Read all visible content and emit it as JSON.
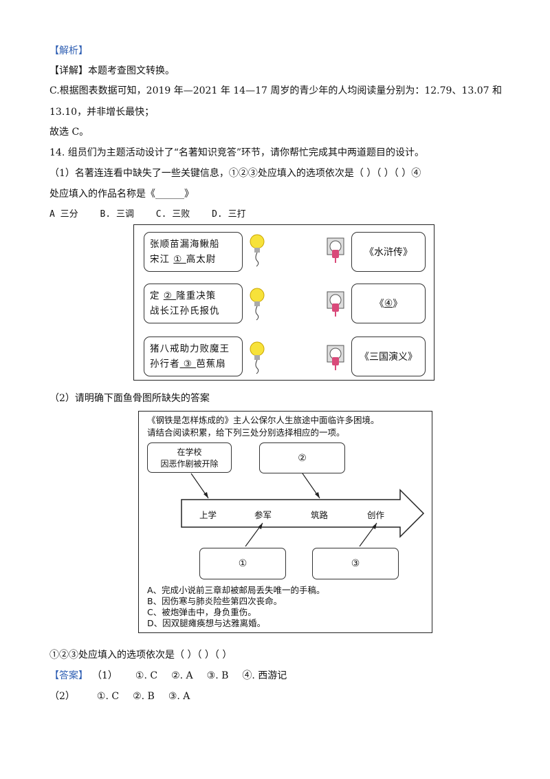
{
  "header": {
    "analysis_tag": "【解析】"
  },
  "detail": {
    "line1": "【详解】本题考查图文转换。",
    "line2": "C.根据图表数据可知，2019 年—2021 年 14—17 周岁的青少年的人均阅读量分别为：12.79、13.07 和",
    "line3": "13.10，并非增长最快；",
    "line4": "故选 C。"
  },
  "question": {
    "title": "14. 组员们为主题活动设计了“名著知识竞答”环节，请你帮忙完成其中两道题目的设计。",
    "part1_line1": "（1）名著连连看中缺失了一些关键信息，①②③处应填入的选项依次是（        ）（        ）（        ）④",
    "part1_line2": "处应填入的作品名称是《______》",
    "options": [
      "A 三分",
      "B. 三调",
      "C. 三败",
      "D. 三打"
    ],
    "part2": "（2）请明确下面鱼骨图所缺失的答案",
    "part2_fill": "①②③处应填入的选项依次是（        ）（        ）（        ）"
  },
  "figure1": {
    "rows": [
      {
        "clue_line1": "张顺苗漏海鳅船",
        "clue_pre": "宋江 ",
        "clue_blank": "  ①  ",
        "clue_post": " 高太尉",
        "book": "《水浒传》"
      },
      {
        "clue_line1_pre": "定 ",
        "clue_line1_blank": " ② ",
        "clue_line1_post": " 隆重决策",
        "clue_line2": "战长江孙氏报仇",
        "book_pre": "《",
        "book_blank": "   ④   ",
        "book_post": "》"
      },
      {
        "clue_line1": "猪八戒助力败魔王",
        "clue_pre": "孙行者",
        "clue_blank": " ③ ",
        "clue_post": "芭蕉扇",
        "book": "《三国演义》"
      }
    ]
  },
  "figure2": {
    "intro1": "《钢铁是怎样炼成的》主人公保尔人生旅途中面临许多困境。",
    "intro2": "请结合阅读积累，给下列三处分别选择相应的一项。",
    "box_top_left_1": "在学校",
    "box_top_left_2": "因恶作剧被开除",
    "box_top_right": "②",
    "box_bottom_left": "①",
    "box_bottom_right": "③",
    "stages": [
      "上学",
      "参军",
      "筑路",
      "创作"
    ],
    "choices": [
      "A、完成小说前三章却被邮局丢失唯一的手稿。",
      "B、因伤寒与肺炎险些第四次丧命。",
      "C、被炮弹击中，身负重伤。",
      "D、因双腿瘫痪想与达雅离婚。"
    ]
  },
  "answer": {
    "tag": "【答案】",
    "p1_label": "（1）",
    "p1": [
      "①. C",
      "②. A",
      "③. B",
      "④. 西游记"
    ],
    "p2_label": "（2）",
    "p2": [
      "①. C",
      "②. B",
      "③. A"
    ]
  }
}
